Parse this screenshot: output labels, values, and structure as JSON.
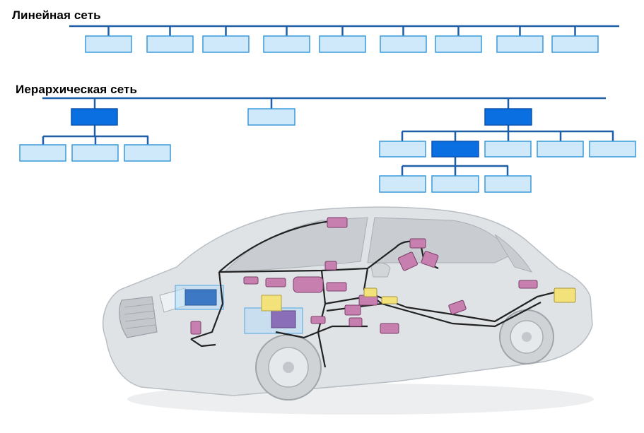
{
  "linear_network": {
    "title": "Линейная сеть",
    "node_count": 9
  },
  "hierarchical_network": {
    "title": "Иерархическая сеть",
    "top_level_nodes": [
      {
        "type": "gateway",
        "children": 3
      },
      {
        "type": "node",
        "children": 0
      },
      {
        "type": "gateway",
        "children": 5,
        "gateway_child_index": 1,
        "grandchildren": 3
      }
    ]
  },
  "illustration": {
    "subject": "car-wiring-harness",
    "module_color": "#c77fb0",
    "harness_color": "#222222"
  },
  "colors": {
    "bus_line": "#1f5fa8",
    "node_fill": "#cfe8fa",
    "node_stroke": "#3a9ad9",
    "gateway_fill": "#0a6fe0"
  }
}
